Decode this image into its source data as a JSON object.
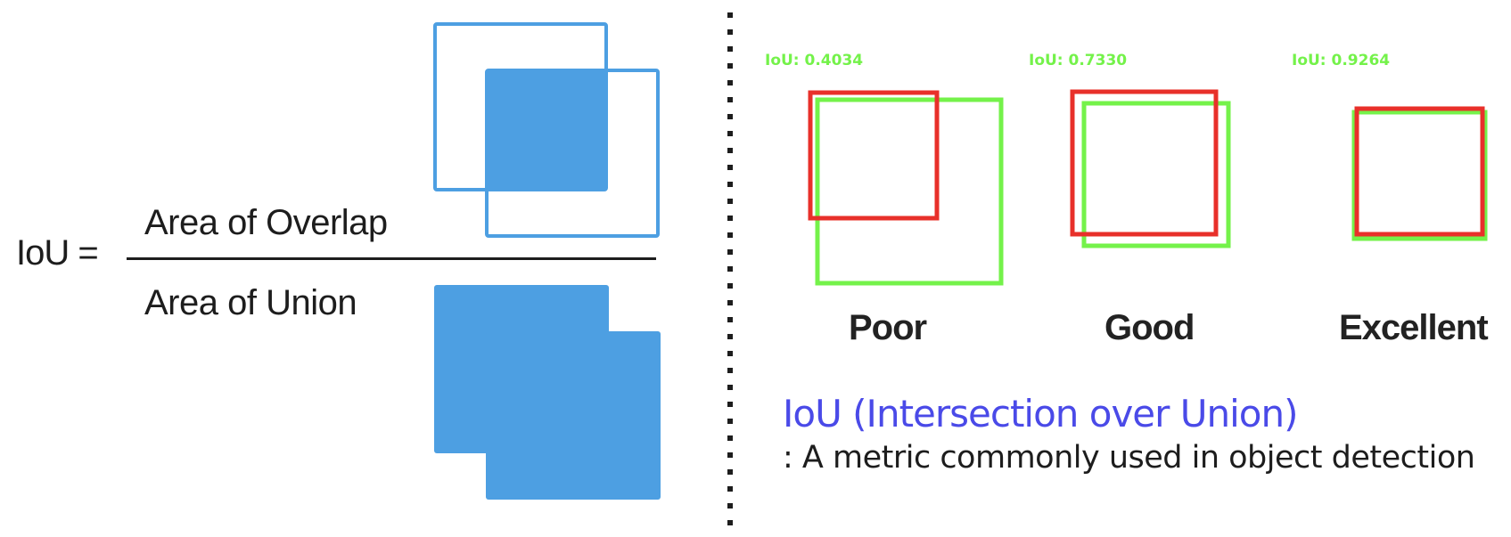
{
  "formula": {
    "lhs": "IoU =",
    "numerator": "Area of Overlap",
    "denominator": "Area of Union"
  },
  "colors": {
    "union_blue": "#4d9fe2",
    "ground_truth_green": "#74f24a",
    "prediction_red": "#e8302a",
    "title_purple": "#4a4ae8"
  },
  "examples": [
    {
      "iou_label": "IoU: 0.4034",
      "quality": "Poor"
    },
    {
      "iou_label": "IoU: 0.7330",
      "quality": "Good"
    },
    {
      "iou_label": "IoU: 0.9264",
      "quality": "Excellent"
    }
  ],
  "caption": {
    "title": "IoU (Intersection over Union)",
    "subtitle": ": A metric commonly used in object detection"
  }
}
